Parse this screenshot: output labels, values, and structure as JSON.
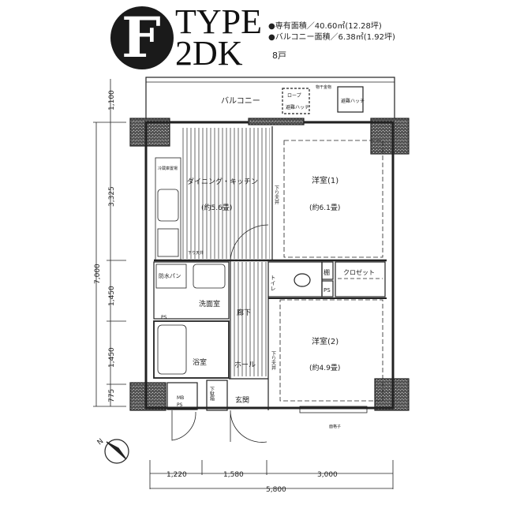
{
  "header": {
    "type_letter": "F",
    "type_word": "TYPE",
    "layout": "2DK",
    "specs": [
      "●専有面積／40.60㎡(12.28坪)",
      "●バルコニー面積／6.38㎡(1.92坪)"
    ],
    "units": "8戸"
  },
  "rooms": {
    "balcony": "バルコニー",
    "rope": "ロープ",
    "hatch1": "避難ハッチ",
    "hatch2": "避難ハッチ",
    "drying": "物干金物",
    "fridge": "冷蔵庫置場",
    "dk": "ダイニング・キッチン",
    "dk_size": "(約5.6畳)",
    "western1": "洋室(1)",
    "western1_size": "(約6.1畳)",
    "western2": "洋室(2)",
    "western2_size": "(約4.9畳)",
    "closet": "クロゼット",
    "shelf": "棚",
    "toilet": "トイレ",
    "ps1": "PS",
    "ps2": "PS",
    "waterproof_pan": "防水パン",
    "washroom": "洗面室",
    "corridor": "廊下",
    "bath": "浴室",
    "hall": "ホール",
    "shoebox": "下駄箱",
    "entrance": "玄関",
    "mb": "MB",
    "mbps": "PS",
    "lowered_ceiling1": "下り天井",
    "lowered_ceiling2": "下り天井",
    "lowered_ceiling3": "下り天井",
    "grille": "面格子"
  },
  "dimensions": {
    "vertical": [
      "1,100",
      "3,325",
      "1,450",
      "1,450",
      "775"
    ],
    "vertical_total": "7,000",
    "horizontal": [
      "1,220",
      "1,580",
      "3,000"
    ],
    "horizontal_total": "5,800"
  },
  "compass": {
    "label": "N"
  }
}
